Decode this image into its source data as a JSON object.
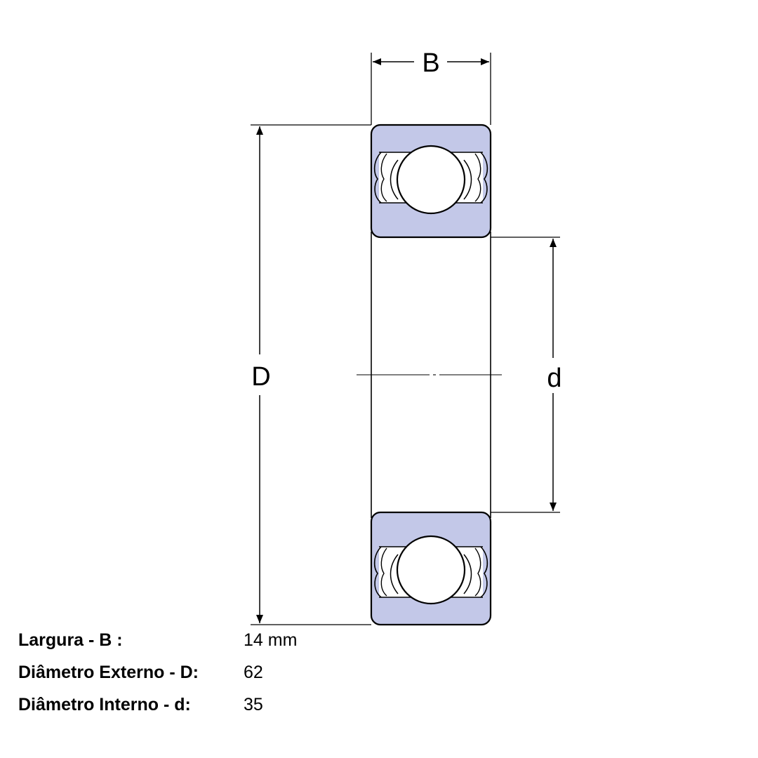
{
  "diagram": {
    "labels": {
      "width": "B",
      "outer_diameter": "D",
      "inner_diameter": "d"
    },
    "colors": {
      "ring_fill": "#c3c8e8",
      "line": "#000000",
      "background": "#ffffff"
    }
  },
  "specs": [
    {
      "label": "Largura - B :",
      "value": "14 mm"
    },
    {
      "label": "Diâmetro Externo - D:",
      "value": "62"
    },
    {
      "label": "Diâmetro Interno - d:",
      "value": "35"
    }
  ]
}
